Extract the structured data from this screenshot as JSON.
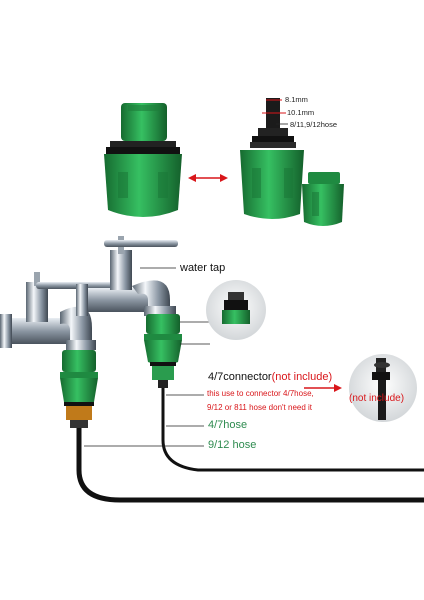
{
  "dimensions": {
    "d1": "8.1mm",
    "d2": "10.1mm",
    "d3": "8/11,9/12hose"
  },
  "labels": {
    "water_tap": "water tap",
    "connector": "4/7connector",
    "not_include": "(not include)",
    "note_lines": [
      "this use to connector 4/7hose,",
      "9/12 or 811 hose don't need it"
    ],
    "hose_47": "4/7hose",
    "hose_912": "9/12 hose",
    "callout_not_include": "(not include)"
  },
  "colors": {
    "connector_green": "#27a04b",
    "label_red": "#d9161a",
    "label_green": "#2e8b4f",
    "hose_black": "#111111"
  }
}
